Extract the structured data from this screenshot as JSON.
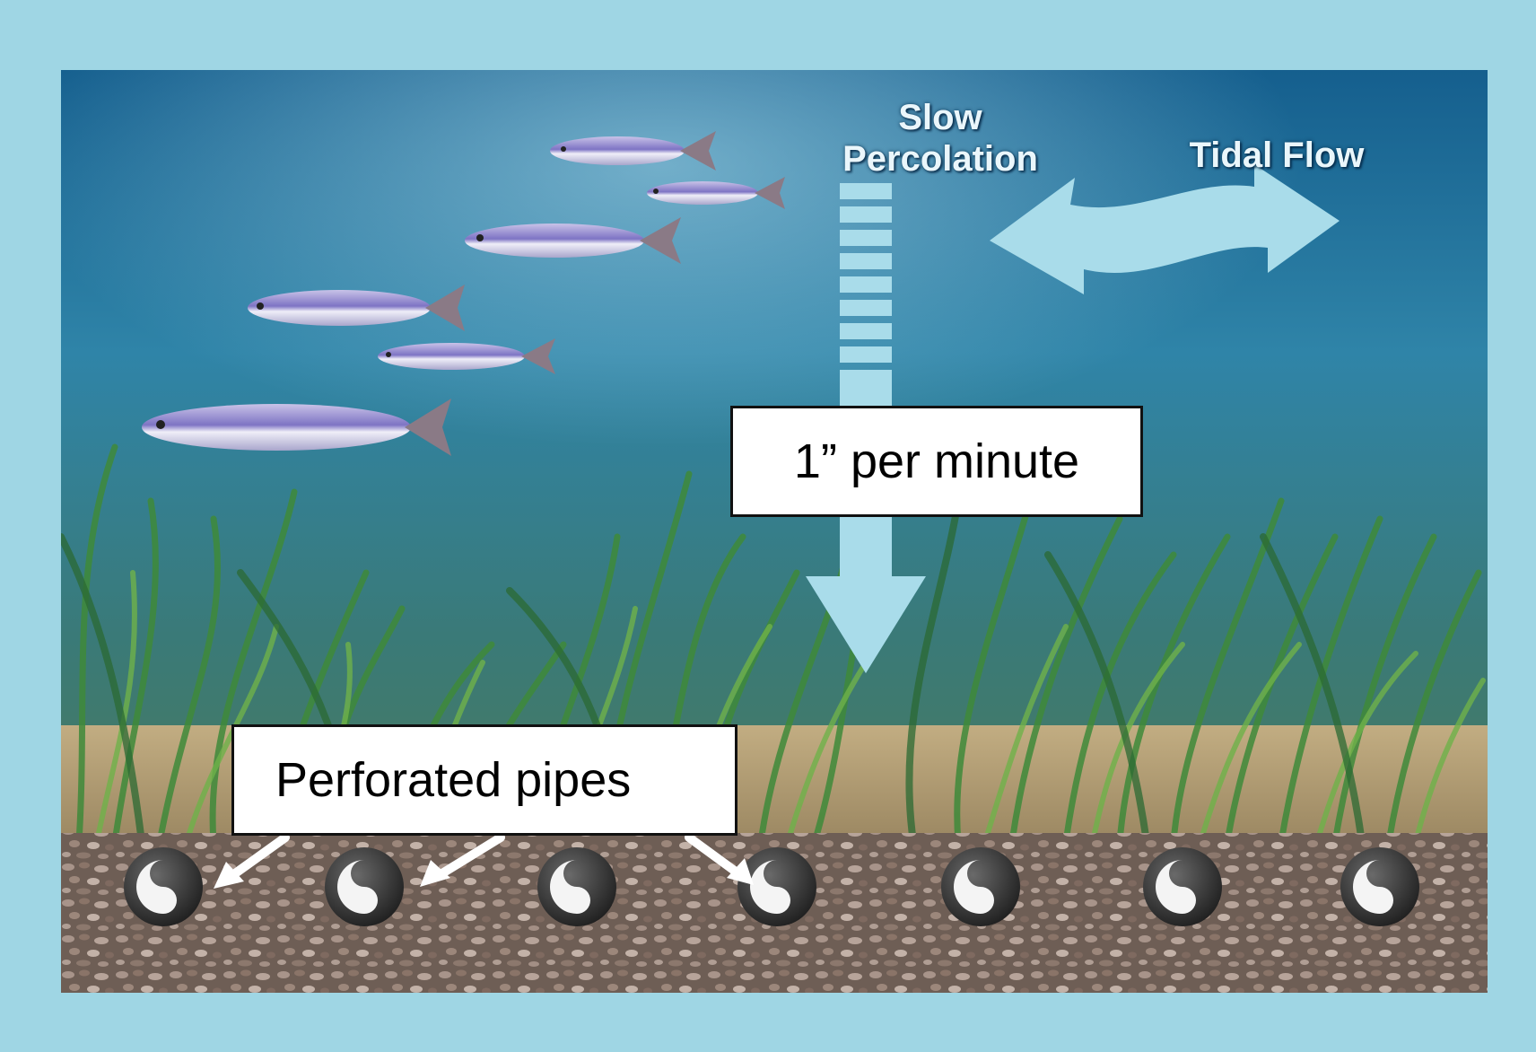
{
  "labels": {
    "slow_line1": "Slow",
    "slow_line2": "Percolation",
    "tidal_flow": "Tidal Flow",
    "rate": "1” per minute",
    "pipes": "Perforated pipes"
  },
  "colors": {
    "frame": "#9fd6e4",
    "water_top": "#1a6f9e",
    "water_bottom": "#3c7f86",
    "arrow": "#a9dcea",
    "gravel": "#7d6a5e",
    "sand": "#b59e72",
    "pipe": "#2f2f2f"
  },
  "icons": {
    "fish": "fish-icon",
    "pipe": "perforated-pipe-icon",
    "down_arrow": "percolation-arrow-icon",
    "tidal_arrow": "double-headed-wave-arrow-icon"
  }
}
